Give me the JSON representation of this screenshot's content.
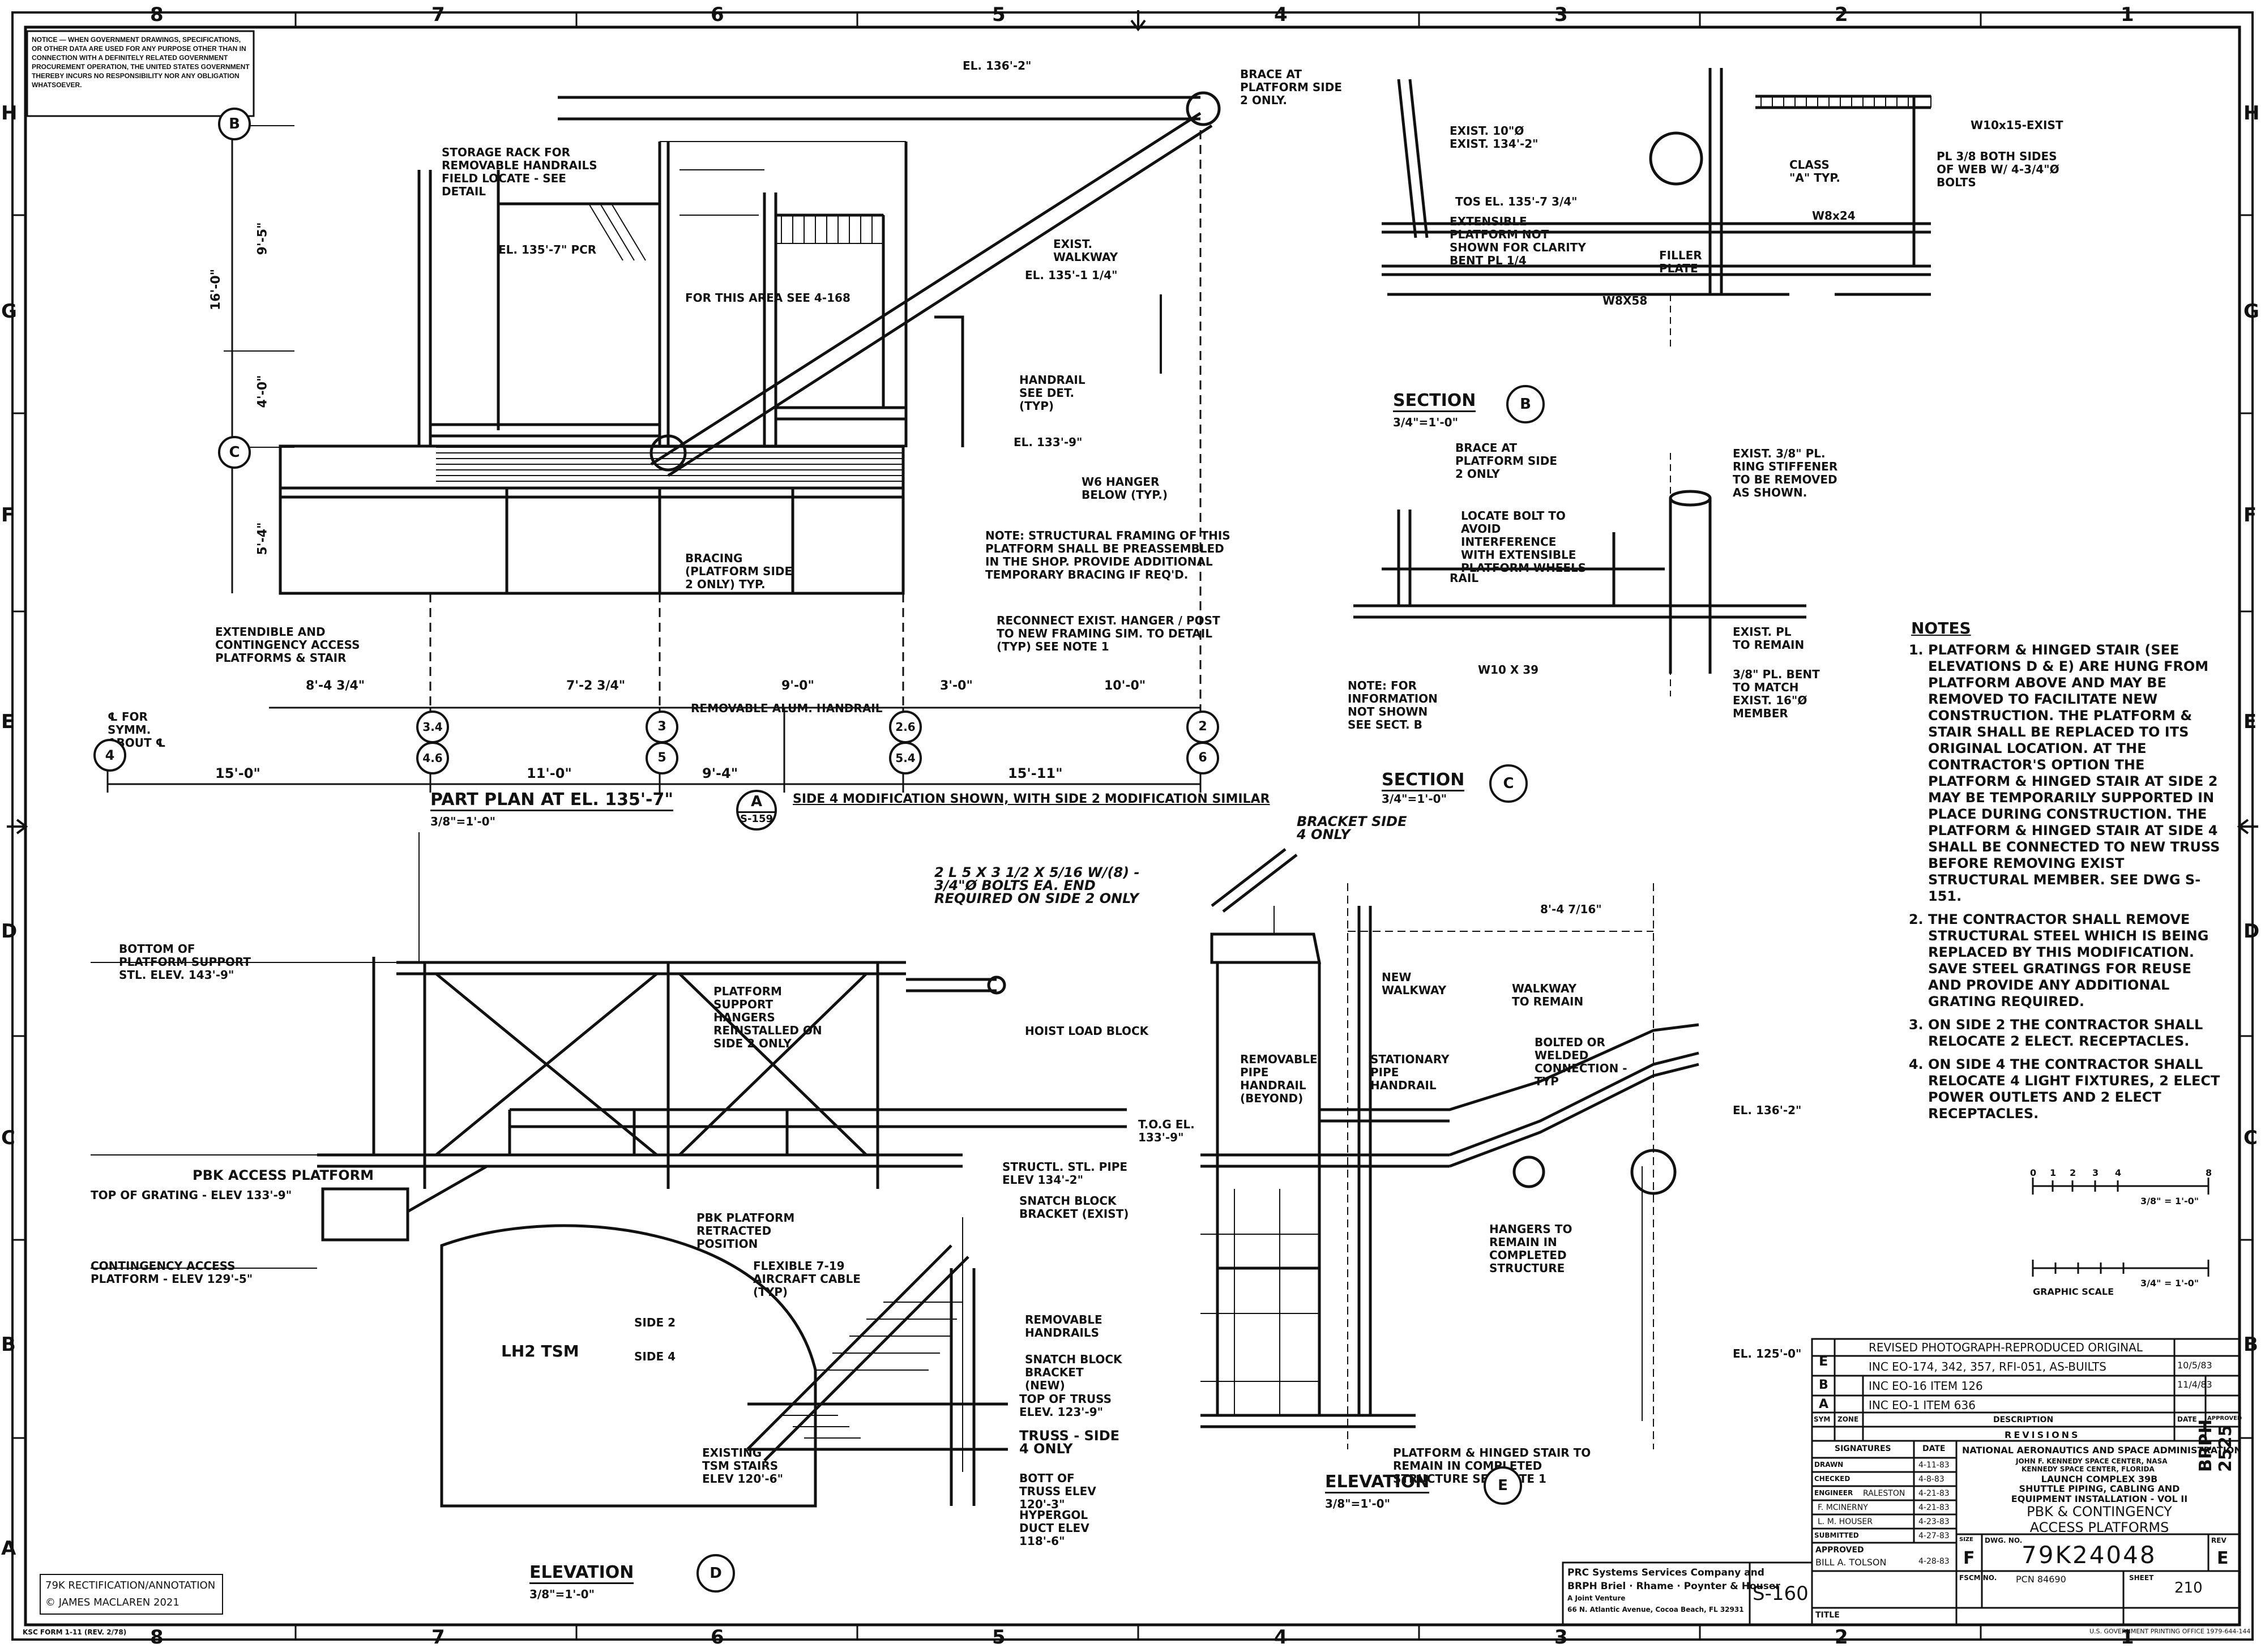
{
  "zones": {
    "top": [
      "8",
      "7",
      "6",
      "5",
      "4",
      "3",
      "2",
      "1"
    ],
    "side": [
      "H",
      "G",
      "F",
      "E",
      "D",
      "C",
      "B",
      "A"
    ]
  },
  "notice_block": "NOTICE — WHEN GOVERNMENT DRAWINGS, SPECIFICATIONS, OR OTHER DATA ARE USED FOR ANY PURPOSE OTHER THAN IN CONNECTION WITH A DEFINITELY RELATED GOVERNMENT PROCUREMENT OPERATION, THE UNITED STATES GOVERNMENT THEREBY INCURS NO RESPONSIBILITY NOR ANY OBLIGATION WHATSOEVER.",
  "views": {
    "part_plan": {
      "title": "PART PLAN AT EL. 135'-7\"",
      "scale": "3/8\"=1'-0\"",
      "ref_letter": "A",
      "ref_sheet": "S-159"
    },
    "side_note": "SIDE 4 MODIFICATION SHOWN, WITH SIDE 2 MODIFICATION SIMILAR",
    "section_b": {
      "title": "SECTION",
      "letter": "B",
      "scale": "3/4\"=1'-0\""
    },
    "section_c": {
      "title": "SECTION",
      "letter": "C",
      "scale": "3/4\"=1'-0\""
    },
    "elevation_d": {
      "title": "ELEVATION",
      "letter": "D",
      "scale": "3/8\"=1'-0\""
    },
    "elevation_e": {
      "title": "ELEVATION",
      "letter": "E",
      "scale": "3/8\"=1'-0\""
    }
  },
  "plan_labels": [
    "EL. 136'-2\"",
    "STORAGE RACK FOR REMOVABLE HANDRAILS FIELD LOCATE - SEE DETAIL",
    "EL. 135'-7\" PCR",
    "FOR THIS AREA SEE 4-168",
    "EXIST. WALKWAY",
    "EL. 135'-1 1/4\"",
    "HANDRAIL SEE DET. (TYP)",
    "EL. 133'-9\"",
    "W6 HANGER BELOW (TYP.)",
    "NOTE: STRUCTURAL FRAMING OF THIS PLATFORM SHALL BE PREASSEMBLED IN THE SHOP. PROVIDE ADDITIONAL TEMPORARY BRACING IF REQ'D.",
    "BRACING (PLATFORM SIDE 2 ONLY) TYP.",
    "RECONNECT EXIST. HANGER / POST TO NEW FRAMING SIM. TO DETAIL (TYP) SEE NOTE 1",
    "EXTENDIBLE AND CONTINGENCY ACCESS PLATFORMS & STAIR",
    "REMOVABLE ALUM. HANDRAIL",
    "℄ FOR SYMM. ABOUT ℄"
  ],
  "plan_dims": [
    "15'-0\"",
    "11'-0\"",
    "9'-4\"",
    "15'-11\"",
    "8'-4 3/4\"",
    "7'-2 3/4\"",
    "9'-0\"",
    "3'-0\"",
    "10'-0\"",
    "16'-0\"",
    "9'-5\"",
    "4'-0\"",
    "5'-4\""
  ],
  "gridlines": [
    "B",
    "C",
    "3.4",
    "4.6",
    "3",
    "5",
    "2.6",
    "5.4",
    "2",
    "6",
    "4"
  ],
  "section_b_labels": [
    "BRACE AT PLATFORM SIDE 2 ONLY.",
    "EXIST. 10\"Ø EXIST. 134'-2\"",
    "TOS EL. 135'-7 3/4\"",
    "EXTENSIBLE PLATFORM NOT SHOWN FOR CLARITY BENT PL 1/4",
    "FILLER PLATE",
    "W8X58",
    "W8x24",
    "PL 3/8 BOTH SIDES OF WEB W/ 4-3/4\"Ø BOLTS",
    "W10x15-EXIST",
    "CLASS \"A\" TYP."
  ],
  "section_c_labels": [
    "BRACE AT PLATFORM SIDE 2 ONLY",
    "EXIST. 3/8\" PL. RING STIFFENER TO BE REMOVED AS SHOWN.",
    "LOCATE BOLT TO AVOID INTERFERENCE WITH EXTENSIBLE PLATFORM WHEELS",
    "RAIL",
    "W10 X 39",
    "EXIST. PL TO REMAIN",
    "3/8\" PL. BENT TO MATCH EXIST. 16\"Ø MEMBER",
    "NOTE: FOR INFORMATION NOT SHOWN SEE SECT. B"
  ],
  "elev_d_labels": [
    "BOTTOM OF PLATFORM SUPPORT STL. ELEV. 143'-9\"",
    "PLATFORM SUPPORT HANGERS REINSTALLED ON SIDE 2 ONLY",
    "HOIST LOAD BLOCK",
    "T.O.G EL. 133'-9\"",
    "STRUCTL. STL. PIPE ELEV 134'-2\"",
    "PBK ACCESS PLATFORM",
    "TOP OF GRATING - ELEV 133'-9\"",
    "CONTINGENCY ACCESS PLATFORM - ELEV 129'-5\"",
    "PBK PLATFORM RETRACTED POSITION",
    "SNATCH BLOCK BRACKET (EXIST)",
    "FLEXIBLE 7-19 AIRCRAFT CABLE (TYP)",
    "REMOVABLE HANDRAILS",
    "SNATCH BLOCK BRACKET (NEW)",
    "TOP OF TRUSS ELEV. 123'-9\"",
    "TRUSS - SIDE 4 ONLY",
    "BOTT OF TRUSS ELEV 120'-3\"",
    "HYPERGOL DUCT ELEV 118'-6\"",
    "EXISTING TSM STAIRS ELEV 120'-6\"",
    "LH2 TSM",
    "SIDE 2",
    "SIDE 4",
    "2 L 5 X 3 1/2 X 5/16 W/(8) - 3/4\"Ø BOLTS EA. END REQUIRED ON SIDE 2 ONLY"
  ],
  "elev_e_labels": [
    "BRACKET SIDE 4 ONLY",
    "NEW WALKWAY",
    "WALKWAY TO REMAIN",
    "REMOVABLE PIPE HANDRAIL (BEYOND)",
    "STATIONARY PIPE HANDRAIL",
    "BOLTED OR WELDED CONNECTION - TYP",
    "EL. 136'-2\"",
    "HANGERS TO REMAIN IN COMPLETED STRUCTURE",
    "EL. 125'-0\"",
    "PLATFORM & HINGED STAIR TO REMAIN IN COMPLETED STRUCTURE SEE NOTE 1",
    "8'-4 7/16\""
  ],
  "notes": {
    "header": "NOTES",
    "items": [
      "PLATFORM & HINGED STAIR (SEE ELEVATIONS D & E) ARE HUNG FROM PLATFORM ABOVE AND MAY BE REMOVED TO FACILITATE NEW CONSTRUCTION. THE PLATFORM & STAIR SHALL BE REPLACED TO ITS ORIGINAL LOCATION. AT THE CONTRACTOR'S OPTION THE PLATFORM & HINGED STAIR AT SIDE 2 MAY BE TEMPORARILY SUPPORTED IN PLACE DURING CONSTRUCTION. THE PLATFORM & HINGED STAIR AT SIDE 4 SHALL BE CONNECTED TO NEW TRUSS BEFORE REMOVING EXIST STRUCTURAL MEMBER. SEE DWG S-151.",
      "THE CONTRACTOR SHALL REMOVE STRUCTURAL STEEL WHICH IS BEING REPLACED BY THIS MODIFICATION. SAVE STEEL GRATINGS FOR REUSE AND PROVIDE ANY ADDITIONAL GRATING REQUIRED.",
      "ON SIDE 2 THE CONTRACTOR SHALL RELOCATE 2 ELECT. RECEPTACLES.",
      "ON SIDE 4 THE CONTRACTOR SHALL RELOCATE 4 LIGHT FIXTURES, 2 ELECT POWER OUTLETS AND 2 ELECT RECEPTACLES."
    ]
  },
  "graphic_scale": {
    "ticks": [
      "0",
      "1",
      "2",
      "3",
      "4",
      "8"
    ],
    "scale1": "3/8\" = 1'-0\"",
    "scale2": "3/4\" = 1'-0\"",
    "label": "GRAPHIC SCALE"
  },
  "revisions": {
    "header": "REVISIONS",
    "rows": [
      {
        "sym": "",
        "desc": "REVISED PHOTOGRAPH-REPRODUCED ORIGINAL",
        "date": ""
      },
      {
        "sym": "E",
        "desc": "INC EO-174, 342, 357, RFI-051, AS-BUILTS",
        "date": "10/5/83"
      },
      {
        "sym": "B",
        "desc": "INC EO-16 ITEM 126",
        "date": "11/4/83"
      },
      {
        "sym": "A",
        "desc": "INC EO-1 ITEM 636",
        "date": ""
      }
    ],
    "cols": [
      "SYM",
      "ZONE",
      "DESCRIPTION",
      "DATE",
      "APPROVED"
    ]
  },
  "signatures": {
    "header": [
      "SIGNATURES",
      "DATE"
    ],
    "rows": [
      {
        "role": "DRAWN",
        "name": "",
        "date": "4-11-83"
      },
      {
        "role": "CHECKED",
        "name": "",
        "date": "4-8-83"
      },
      {
        "role": "ENGINEER",
        "name": "RALESTON",
        "date": "4-21-83"
      },
      {
        "role": "",
        "name": "F. MCINERNY",
        "date": "4-21-83"
      },
      {
        "role": "",
        "name": "L. M. HOUSER",
        "date": "4-23-83"
      },
      {
        "role": "SUBMITTED",
        "name": "",
        "date": "4-27-83"
      }
    ],
    "approved_label": "APPROVED",
    "approved_name": "BILL A. TOLSON",
    "approved_date": "4-28-83",
    "title_label": "TITLE"
  },
  "agency": {
    "name": "NATIONAL AERONAUTICS AND SPACE ADMINISTRATION",
    "center": "JOHN F. KENNEDY SPACE CENTER, NASA",
    "location": "KENNEDY SPACE CENTER, FLORIDA"
  },
  "project": {
    "line1": "LAUNCH COMPLEX 39B",
    "line2": "SHUTTLE PIPING, CABLING AND",
    "line3": "EQUIPMENT INSTALLATION - VOL II",
    "line4": "PBK & CONTINGENCY",
    "line5": "ACCESS PLATFORMS"
  },
  "drawing": {
    "size_label": "SIZE",
    "size": "F",
    "dwg_label": "DWG. NO.",
    "number": "79K24048",
    "rev_label": "REV",
    "rev": "E",
    "fsc_label": "FSCM NO.",
    "pcn": "PCN 84690",
    "sheet_label": "SHEET",
    "sheet": "210",
    "sheet_code": "S-160",
    "side_code": "BRPH 2525"
  },
  "contractors": {
    "line1": "PRC Systems Services Company and",
    "line2": "BRPH Briel · Rhame · Poynter & Houser",
    "line3": "A Joint Venture",
    "line4": "66 N. Atlantic Avenue, Cocoa Beach, FL 32931"
  },
  "annotation": {
    "line1": "79K RECTIFICATION/ANNOTATION",
    "line2": "© JAMES MACLAREN 2021"
  },
  "form_no": "KSC FORM 1-11 (REV. 2/78)",
  "gpo": "U.S. GOVERNMENT PRINTING OFFICE 1979-644-144"
}
